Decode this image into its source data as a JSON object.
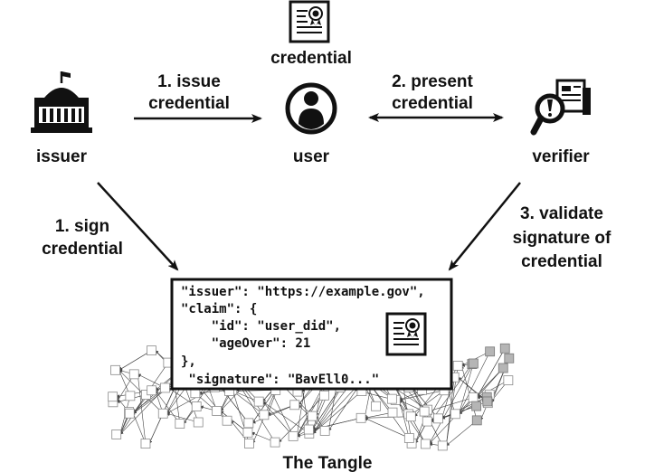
{
  "nodes": {
    "credential_label": "credential",
    "issuer_label": "issuer",
    "user_label": "user",
    "verifier_label": "verifier"
  },
  "arrows": {
    "issue_line1": "1. issue",
    "issue_line2": "credential",
    "present_line1": "2. present",
    "present_line2": "credential",
    "sign_line1": "1. sign",
    "sign_line2": "credential",
    "validate_line1": "3. validate",
    "validate_line2": "signature of",
    "validate_line3": "credential"
  },
  "credential_json": {
    "line1": "\"issuer\": \"https://example.gov\",",
    "line2": "\"claim\": {",
    "line3": "    \"id\": \"user_did\",",
    "line4": "    \"ageOver\": 21",
    "line5": "},",
    "line6": " \"signature\": \"BavEll0...\""
  },
  "tangle_label": "The Tangle",
  "colors": {
    "ink": "#111111",
    "tangle_node": "#ffffff",
    "tangle_tip": "#b5b5b5"
  }
}
